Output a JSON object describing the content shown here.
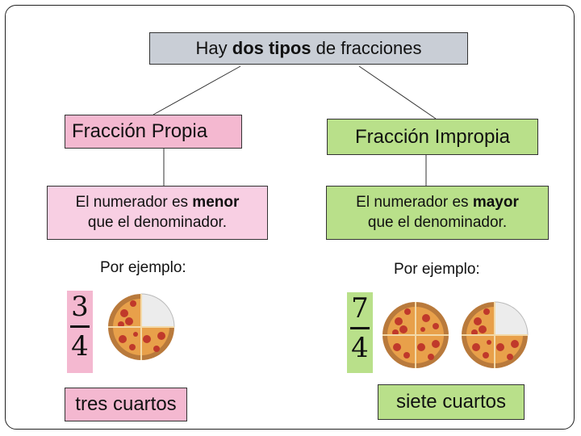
{
  "title": {
    "part1": "Hay ",
    "bold": "dos tipos",
    "part2": " de fracciones"
  },
  "propia": {
    "label": "Fracción Propia",
    "desc_part1": "El numerador es ",
    "desc_bold": "menor",
    "desc_part2": "que el denominador.",
    "example_label": "Por ejemplo:",
    "numerator": "3",
    "denominator": "4",
    "words": "tres cuartos",
    "color": "#f4b8d0"
  },
  "impropia": {
    "label": "Fracción Impropia",
    "desc_part1": "El numerador es ",
    "desc_bold": "mayor",
    "desc_part2": "que el denominador.",
    "example_label": "Por ejemplo:",
    "numerator": "7",
    "denominator": "4",
    "words": "siete cuartos",
    "color": "#b9e08a"
  }
}
